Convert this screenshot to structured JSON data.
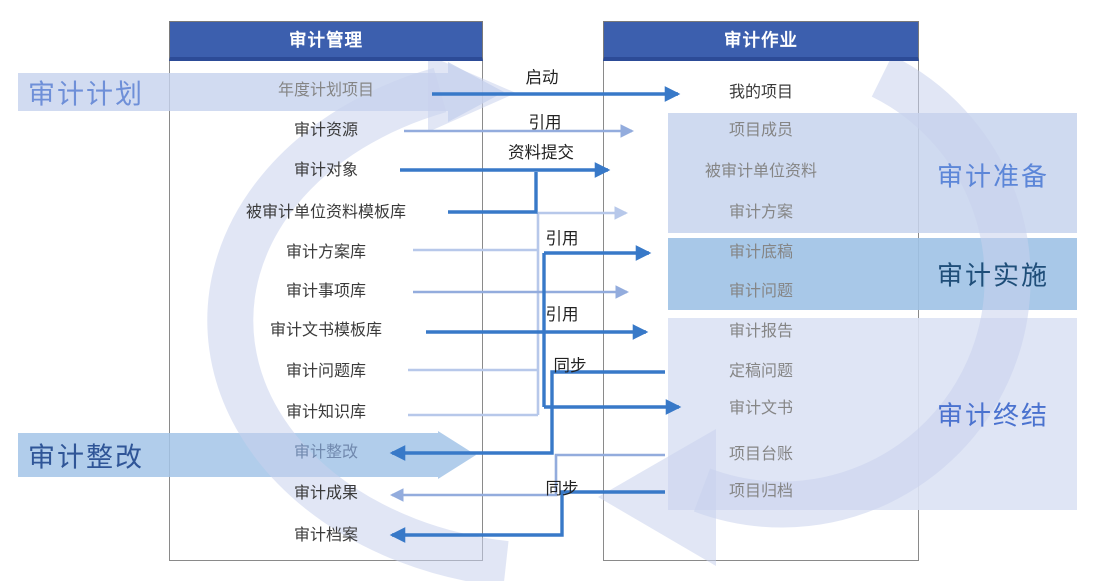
{
  "columns": {
    "left": {
      "header": "审计管理",
      "items": [
        {
          "label": "年度计划项目",
          "tone": "muted"
        },
        {
          "label": "审计资源"
        },
        {
          "label": "审计对象"
        },
        {
          "label": "被审计单位资料模板库"
        },
        {
          "label": "审计方案库"
        },
        {
          "label": "审计事项库"
        },
        {
          "label": "审计文书模板库"
        },
        {
          "label": "审计问题库"
        },
        {
          "label": "审计知识库"
        },
        {
          "label": "审计整改",
          "tone": "slate"
        },
        {
          "label": "审计成果"
        },
        {
          "label": "审计档案"
        }
      ]
    },
    "right": {
      "header": "审计作业",
      "items": [
        {
          "label": "我的项目"
        },
        {
          "label": "项目成员",
          "tone": "muted"
        },
        {
          "label": "被审计单位资料",
          "tone": "muted"
        },
        {
          "label": "审计方案",
          "tone": "muted"
        },
        {
          "label": "审计底稿",
          "tone": "muted"
        },
        {
          "label": "审计问题",
          "tone": "muted"
        },
        {
          "label": "审计报告",
          "tone": "muted"
        },
        {
          "label": "定稿问题",
          "tone": "muted"
        },
        {
          "label": "审计文书",
          "tone": "muted"
        },
        {
          "label": "项目台账",
          "tone": "muted"
        },
        {
          "label": "项目归档",
          "tone": "muted"
        }
      ]
    }
  },
  "left_phases": [
    {
      "label": "审计计划"
    },
    {
      "label": "审计整改"
    }
  ],
  "right_phases": [
    {
      "label": "审计准备"
    },
    {
      "label": "审计实施"
    },
    {
      "label": "审计终结"
    }
  ],
  "edge_labels": [
    {
      "label": "启动"
    },
    {
      "label": "引用"
    },
    {
      "label": "资料提交"
    },
    {
      "label": "引用"
    },
    {
      "label": "引用"
    },
    {
      "label": "同步"
    },
    {
      "label": "同步"
    }
  ],
  "colors": {
    "header_blue": "#3c5fae",
    "header_blue_dark": "#2c4b97",
    "strong_line": "#3879c8",
    "mid_line": "#93acdd",
    "light_line": "#b7c8ea",
    "swoosh": "#c9d2ec",
    "band_plan": "#c5d2ee",
    "band_rectify": "#a3c4e8",
    "band_prepare": "#c7d4ed",
    "band_implement": "#9fc2e6",
    "band_conclude": "#dce2f4",
    "phase_plan": "#6e8fd8",
    "phase_rectify": "#2f5597",
    "phase_prepare": "#5c86d8",
    "phase_implement": "#1f4e79",
    "phase_conclude": "#4a72cf"
  }
}
